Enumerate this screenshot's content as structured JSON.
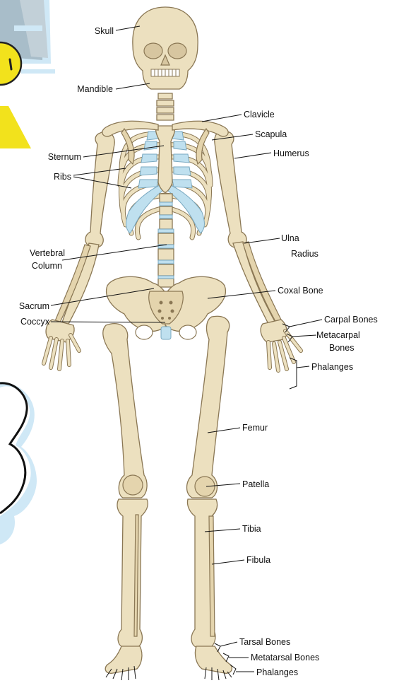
{
  "labels": {
    "skull": "Skull",
    "mandible": "Mandible",
    "clavicle": "Clavicle",
    "scapula": "Scapula",
    "sternum": "Sternum",
    "humerus": "Humerus",
    "ribs": "Ribs",
    "ulna": "Ulna",
    "radius": "Radius",
    "vertebral_line1": "Vertebral",
    "vertebral_line2": "Column",
    "coxal_bone": "Coxal Bone",
    "sacrum": "Sacrum",
    "coccyx": "Coccyx",
    "carpal_bones": "Carpal Bones",
    "metacarpal_line1": "Metacarpal",
    "metacarpal_line2": "Bones",
    "phalanges_hand": "Phalanges",
    "femur": "Femur",
    "patella": "Patella",
    "tibia": "Tibia",
    "fibula": "Fibula",
    "tarsal_bones": "Tarsal Bones",
    "metatarsal_bones": "Metatarsal Bones",
    "phalanges_foot": "Phalanges"
  },
  "colors": {
    "bone": "#ece0bf",
    "bone_outline": "#8a7754",
    "cartilage": "#bfe0ef",
    "decor_blue": "#cfe8f6",
    "decor_yellow": "#f2e21c"
  },
  "decorations": [
    "sun-icon",
    "cloud-icon"
  ]
}
